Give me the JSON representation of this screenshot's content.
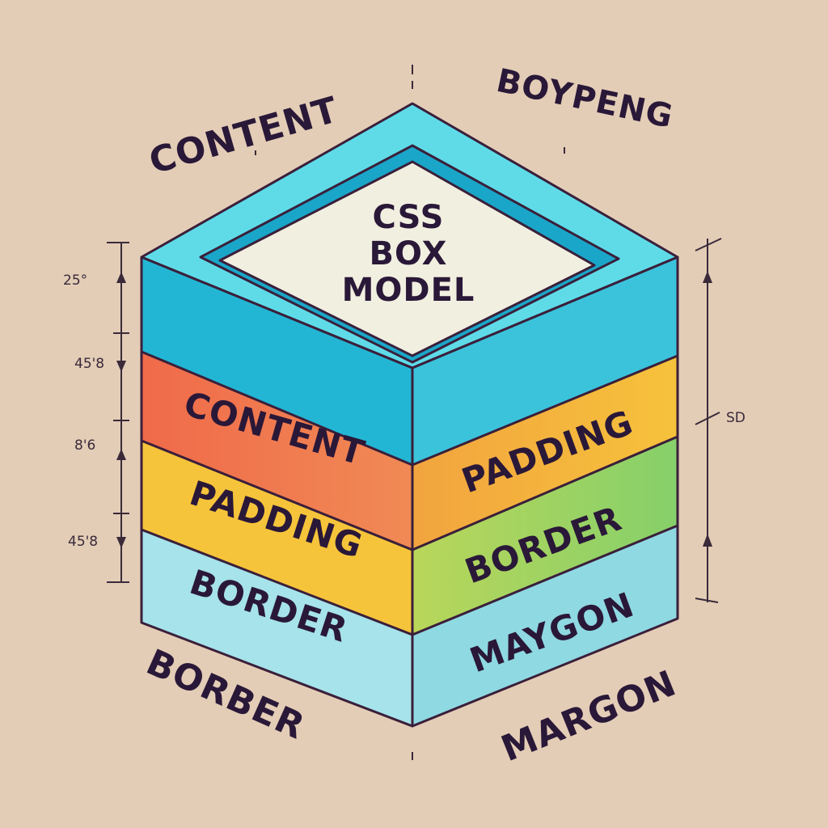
{
  "title": {
    "line1": "CSS",
    "line2": "BOX",
    "line3": "MODEL"
  },
  "layers": {
    "content": {
      "left": "CONTENT",
      "right": "PADDING"
    },
    "padding": {
      "left": "PADDING",
      "right": "BORDER"
    },
    "border": {
      "left": "BORDER",
      "right": "MAYGON"
    }
  },
  "outer_labels": {
    "top_left": "CONTENT",
    "top_right": "BOYPENG",
    "bottom_left": "BORBER",
    "bottom_right": "MARGON"
  },
  "measurements": {
    "m1": "25°",
    "m2": "45'8",
    "m3": "8'6",
    "m4": "45'8",
    "right": "SD"
  },
  "colors": {
    "background": "#e3cdb6",
    "top_frame": "#48d0e0",
    "content_layer": "#f07a52",
    "content_layer_right": "#f6b93a",
    "padding_layer": "#f7c93c",
    "padding_layer_right": "#8fd468",
    "border_layer": "#9fe0e6",
    "inner_panel": "#f1efe0"
  }
}
